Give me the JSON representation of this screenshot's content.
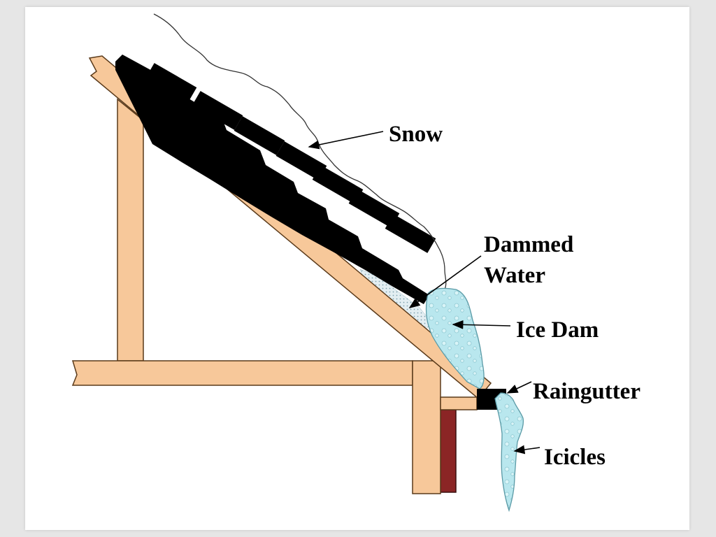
{
  "diagram": {
    "labels": {
      "snow": "Snow",
      "dammed_water_line1": "Dammed",
      "dammed_water_line2": "Water",
      "ice_dam": "Ice Dam",
      "raingutter": "Raingutter",
      "icicles": "Icicles"
    },
    "colors": {
      "wood": "#f7c89a",
      "wood_outline": "#5a3a1a",
      "shingles": "#000000",
      "ice": "#b9e7ee",
      "ice_outline": "#5a9aa6",
      "wall": "#8b2525",
      "water": "#cfe3ea",
      "background": "#ffffff"
    }
  }
}
